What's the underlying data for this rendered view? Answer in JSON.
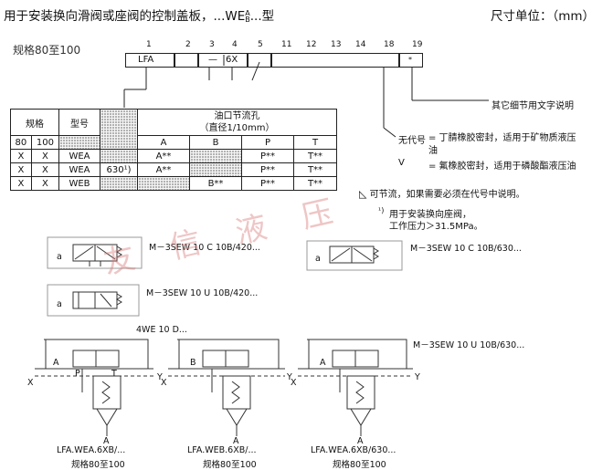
{
  "header": {
    "title_pre": "用于安装换向滑阀或座阀的控制盖板，...WE",
    "title_sup": "A",
    "title_sub": "B",
    "title_post": "...型",
    "unit": "尺寸单位：（mm）"
  },
  "spec_label": "规格80至100",
  "code": {
    "positions": [
      "1",
      "2",
      "3",
      "4",
      "5",
      "11",
      "12",
      "13",
      "14",
      "18",
      "19"
    ],
    "lfa": "LFA",
    "x6": "6X",
    "star": "*",
    "detail_note": "其它细节用文字说明"
  },
  "seal": {
    "none_key": "无代号",
    "none_desc": "= 丁腈橡胶密封，适用于矿物质液压油",
    "v_key": "V",
    "v_desc": "= 氟橡胶密封，适用于磷酸酯液压油"
  },
  "table": {
    "h_size": "规格",
    "h_type": "型号",
    "h_orifice": "油口节流孔",
    "h_dia": "（直径1/10mm）",
    "sizes": [
      "80",
      "100"
    ],
    "ports": [
      "A",
      "B",
      "P",
      "T"
    ],
    "rows": [
      {
        "s80": "X",
        "s100": "X",
        "type": "WEA",
        "extra": "",
        "a": "A**",
        "b": "",
        "p": "P**",
        "t": "T**"
      },
      {
        "s80": "X",
        "s100": "X",
        "type": "WEA",
        "extra": "630¹)",
        "a": "A**",
        "b": "",
        "p": "P**",
        "t": "T**"
      },
      {
        "s80": "X",
        "s100": "X",
        "type": "WEB",
        "extra": "",
        "a": "",
        "b": "B**",
        "p": "P**",
        "t": "T**"
      }
    ]
  },
  "notes": {
    "throttle": "可节流，如果需要必须在代号中说明。",
    "fn_mark": "¹)",
    "fn1": "用于安装换向座阀，",
    "fn2": "工作压力＞31.5MPa。"
  },
  "symbols": {
    "label_a": "a",
    "c1": "M－3SEW 10 C 10B/420...",
    "c2": "M－3SEW 10 C 10B/630...",
    "c3": "M－3SEW 10 U 10B/420...",
    "c4": "4WE 10 D...",
    "c5": "M－3SEW 10 U 10B/630..."
  },
  "cover": {
    "caps": [
      "LFA.WEA.6XB/...",
      "LFA.WEB.6XB/...",
      "LFA.WEA.6XB/630..."
    ],
    "size_label": "规格80至100",
    "ports": {
      "a": "A",
      "b": "B",
      "p": "P",
      "t": "T",
      "x": "X",
      "y": "Y"
    }
  },
  "watermark": "友信液压"
}
